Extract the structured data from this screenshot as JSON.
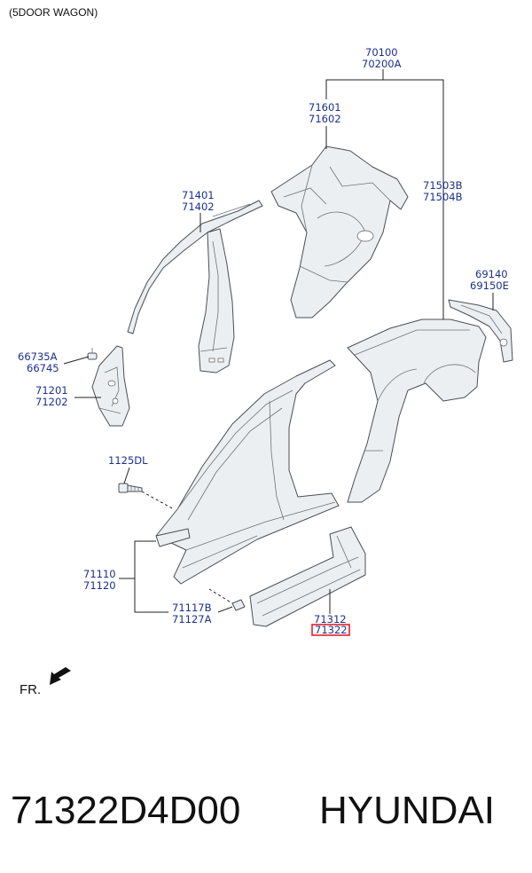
{
  "header": {
    "variant": "(5DOOR WAGON)"
  },
  "labels": {
    "l70100": "70100",
    "l70200A": "70200A",
    "l71601": "71601",
    "l71602": "71602",
    "l71503B": "71503B",
    "l71504B": "71504B",
    "l71401": "71401",
    "l71402": "71402",
    "l69140": "69140",
    "l69150E": "69150E",
    "l66735A": "66735A",
    "l66745": "66745",
    "l71201": "71201",
    "l71202": "71202",
    "l1125DL": "1125DL",
    "l71110": "71110",
    "l71120": "71120",
    "l71117B": "71117B",
    "l71127A": "71127A",
    "l71312": "71312",
    "l71322": "71322"
  },
  "orientation": {
    "front_label": "FR."
  },
  "footer": {
    "part_number": "71322D4D00",
    "brand": "HYUNDAI"
  },
  "highlight_color": "#e8202a",
  "label_color": "#1b2f8e"
}
